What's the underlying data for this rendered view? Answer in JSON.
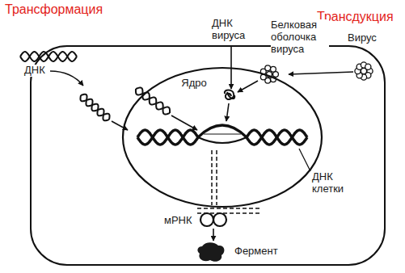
{
  "diagram": {
    "nodes": [
      {
        "text": [
          "Ядро"
        ]
      }
    ],
    "labels": [
      "Трансформация",
      "Трансдукция",
      "ДНК",
      "ДНК вируса",
      "Белковая оболочка вируса",
      "Вирус",
      "ДНК клетки",
      "мРНК",
      "Фермент"
    ]
  }
}
